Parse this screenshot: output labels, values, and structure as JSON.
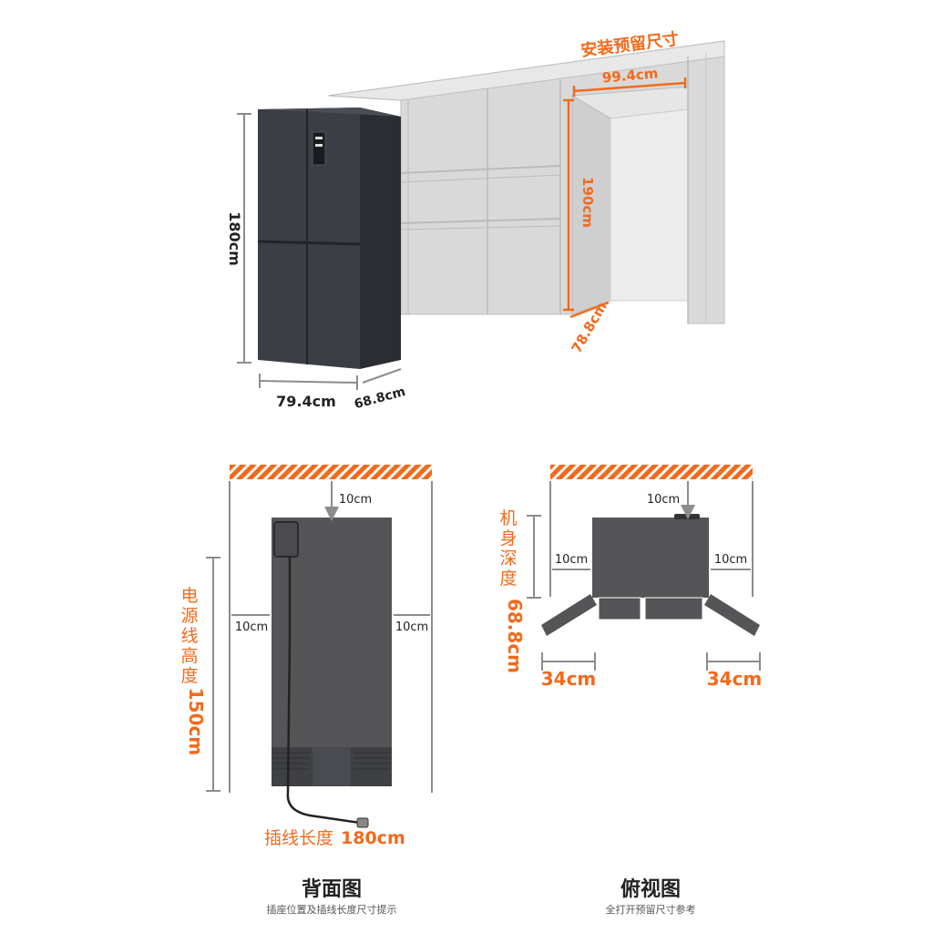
{
  "top_view": {
    "title": "安装预留尺寸",
    "fridge_height": "180cm",
    "fridge_width": "79.4cm",
    "fridge_depth": "68.8cm",
    "niche_width": "99.4cm",
    "niche_height": "190cm",
    "niche_depth": "78.8cm"
  },
  "back_view": {
    "top_gap": "10cm",
    "left_gap": "10cm",
    "right_gap": "10cm",
    "power_height_label": "电源线高度",
    "power_height_value": "150cm",
    "plug_length_label": "插线长度",
    "plug_length_value": "180cm",
    "caption_title": "背面图",
    "caption_sub": "插座位置及插线长度尺寸提示"
  },
  "top_down_view": {
    "top_gap": "10cm",
    "left_gap": "10cm",
    "right_gap": "10cm",
    "depth_label": "机身深度",
    "depth_value": "68.8cm",
    "door_left": "34cm",
    "door_right": "34cm",
    "caption_title": "俯视图",
    "caption_sub": "全打开预留尺寸参考"
  },
  "colors": {
    "accent": "#f26a1b",
    "fridge": "#3b3e45",
    "wall": "#dcdcdc"
  }
}
